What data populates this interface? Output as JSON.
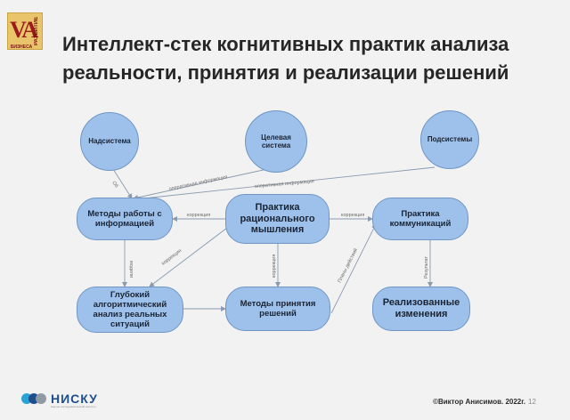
{
  "logo": {
    "main": "VA",
    "side": "РАЗВИТИЕ",
    "bottom": "БИЗНЕСА"
  },
  "title": {
    "line1": "Интеллект-стек когнитивных практик анализа",
    "line2": "реальности, принятия и реализации решений"
  },
  "nodes": {
    "supersystem": "Надсистема",
    "target_system": "Целевая система",
    "subsystems": "Подсистемы",
    "info_methods": "Методы работы с информацией",
    "rational_thinking": "Практика рационального мышления",
    "communication": "Практика коммуникаций",
    "deep_analysis": "Глубокий алгоритмический анализ реальных ситуаций",
    "decision_methods": "Методы принятия решений",
    "implemented_changes": "Реализованные изменения"
  },
  "edge_labels": {
    "info_in": "Об",
    "operative_info_1": "оперативная информация",
    "operative_info_2": "оперативная информация",
    "correction_left": "коррекция",
    "correction_right": "коррекция",
    "correction_diag": "коррекция",
    "correction_down": "коррекция",
    "analysis_down": "модели",
    "action_plans": "Планы действий",
    "results": "Результат"
  },
  "footer": {
    "brand": "НИСКУ",
    "tagline": "Научно-исследовательский институт",
    "copyright": "©Виктор Анисимов. 2022г.",
    "page_number": "12"
  },
  "colors": {
    "node_fill": "#9dc1ea",
    "node_border": "#6f96c3",
    "arrow": "#8a9bb0",
    "background": "#f2f2f2"
  }
}
